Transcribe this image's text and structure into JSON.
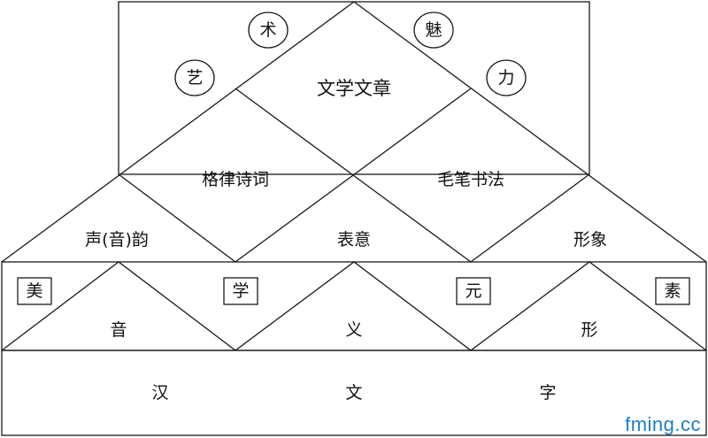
{
  "diagram": {
    "top": {
      "center": "文学文章",
      "art_chars": [
        "艺",
        "术"
      ],
      "charm_chars": [
        "魅",
        "力"
      ]
    },
    "middle": {
      "left": "格律诗词",
      "right": "毛笔书法"
    },
    "row3": {
      "left": "声(音)韵",
      "center": "表意",
      "right": "形象"
    },
    "row4": {
      "chars": [
        "音",
        "义",
        "形"
      ],
      "boxed": [
        "美",
        "学",
        "元",
        "素"
      ]
    },
    "base": {
      "chars": [
        "汉",
        "文",
        "字"
      ]
    }
  },
  "watermark": "fming.cc"
}
